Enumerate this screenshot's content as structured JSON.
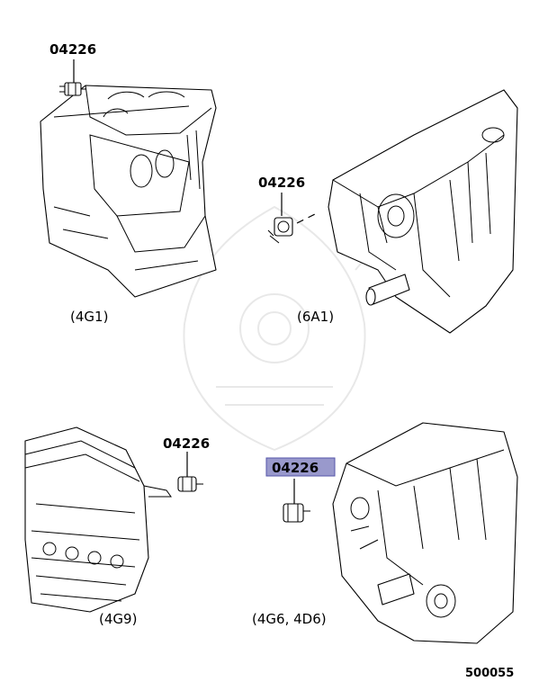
{
  "watermark": "samurai-helmet-watermark",
  "callouts": {
    "c1": {
      "code": "04226",
      "engine": "(4G1)"
    },
    "c2": {
      "code": "04226",
      "engine": "(6A1)"
    },
    "c3": {
      "code": "04226",
      "engine": "(4G9)"
    },
    "c4": {
      "code": "04226",
      "engine": "(4G6, 4D6)",
      "highlight_color": "#9999cc"
    }
  },
  "figure_number": "500055"
}
